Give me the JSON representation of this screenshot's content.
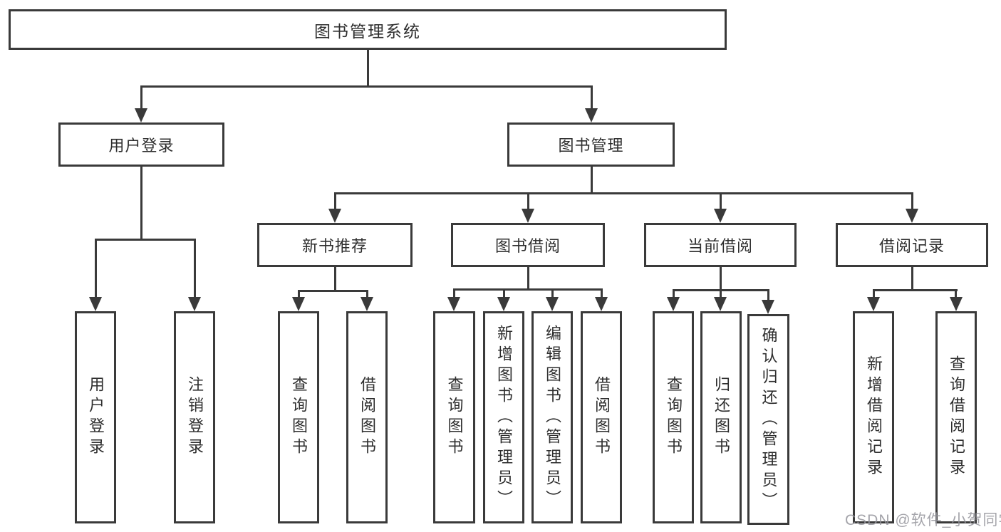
{
  "tree": {
    "root": {
      "label": "图书管理系统"
    },
    "branches": [
      {
        "label": "用户登录",
        "children": [
          {
            "label": "用户登录"
          },
          {
            "label": "注销登录"
          }
        ]
      },
      {
        "label": "图书管理",
        "children": [
          {
            "label": "新书推荐",
            "children": [
              {
                "label": "查询图书"
              },
              {
                "label": "借阅图书"
              }
            ]
          },
          {
            "label": "图书借阅",
            "children": [
              {
                "label": "查询图书"
              },
              {
                "label": "新增图书（管理员）"
              },
              {
                "label": "编辑图书（管理员）"
              },
              {
                "label": "借阅图书"
              }
            ]
          },
          {
            "label": "当前借阅",
            "children": [
              {
                "label": "查询图书"
              },
              {
                "label": "归还图书"
              },
              {
                "label": "确认归还（管理员）"
              }
            ]
          },
          {
            "label": "借阅记录",
            "children": [
              {
                "label": "新增借阅记录"
              },
              {
                "label": "查询借阅记录"
              }
            ]
          }
        ]
      }
    ]
  },
  "watermark": {
    "text": "CSDN @软件_小贺同学"
  },
  "colors": {
    "ink": "#3a3a3a",
    "text": "#2e2e2e",
    "background": "#ffffff",
    "watermark": "#94949b"
  }
}
